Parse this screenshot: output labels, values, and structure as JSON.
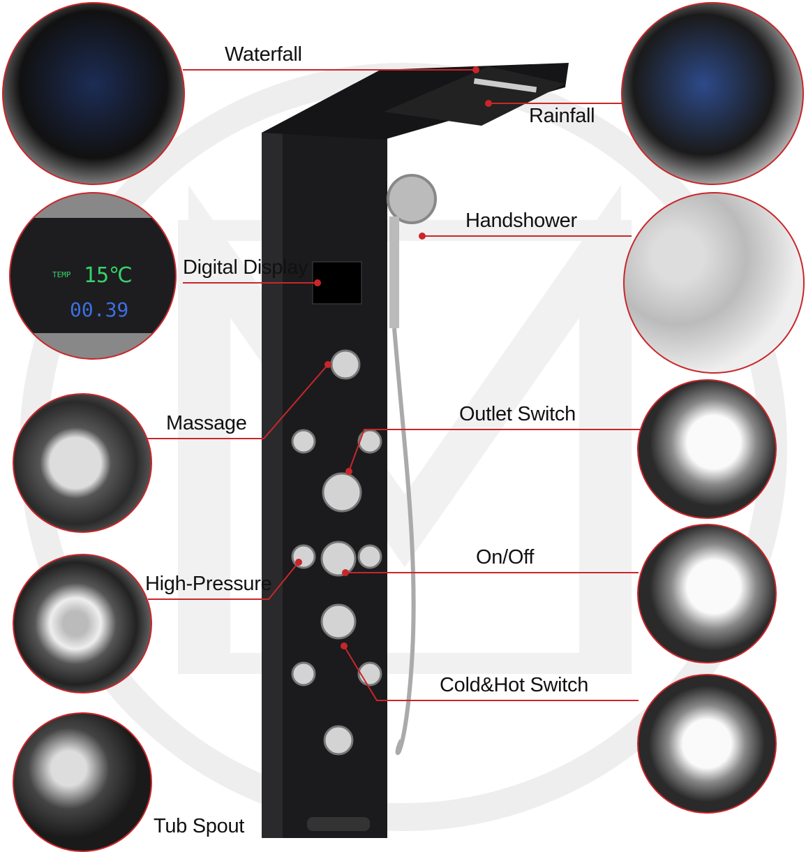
{
  "labels": {
    "waterfall": "Waterfall",
    "rainfall": "Rainfall",
    "handshower": "Handshower",
    "digital_display": "Digital Display",
    "massage": "Massage",
    "outlet_switch": "Outlet Switch",
    "on_off": "On/Off",
    "high_pressure": "High-Pressure",
    "cold_hot_switch": "Cold&Hot Switch",
    "tub_spout": "Tub Spout"
  },
  "display": {
    "temp_label": "TEMP",
    "temperature": "15℃",
    "time": "00.39"
  },
  "colors": {
    "leader_line": "#c9262a",
    "panel": "#1b1b1d",
    "watermark": "#ececec",
    "lcd_green": "#36d36a",
    "lcd_blue": "#3c6fe0"
  }
}
